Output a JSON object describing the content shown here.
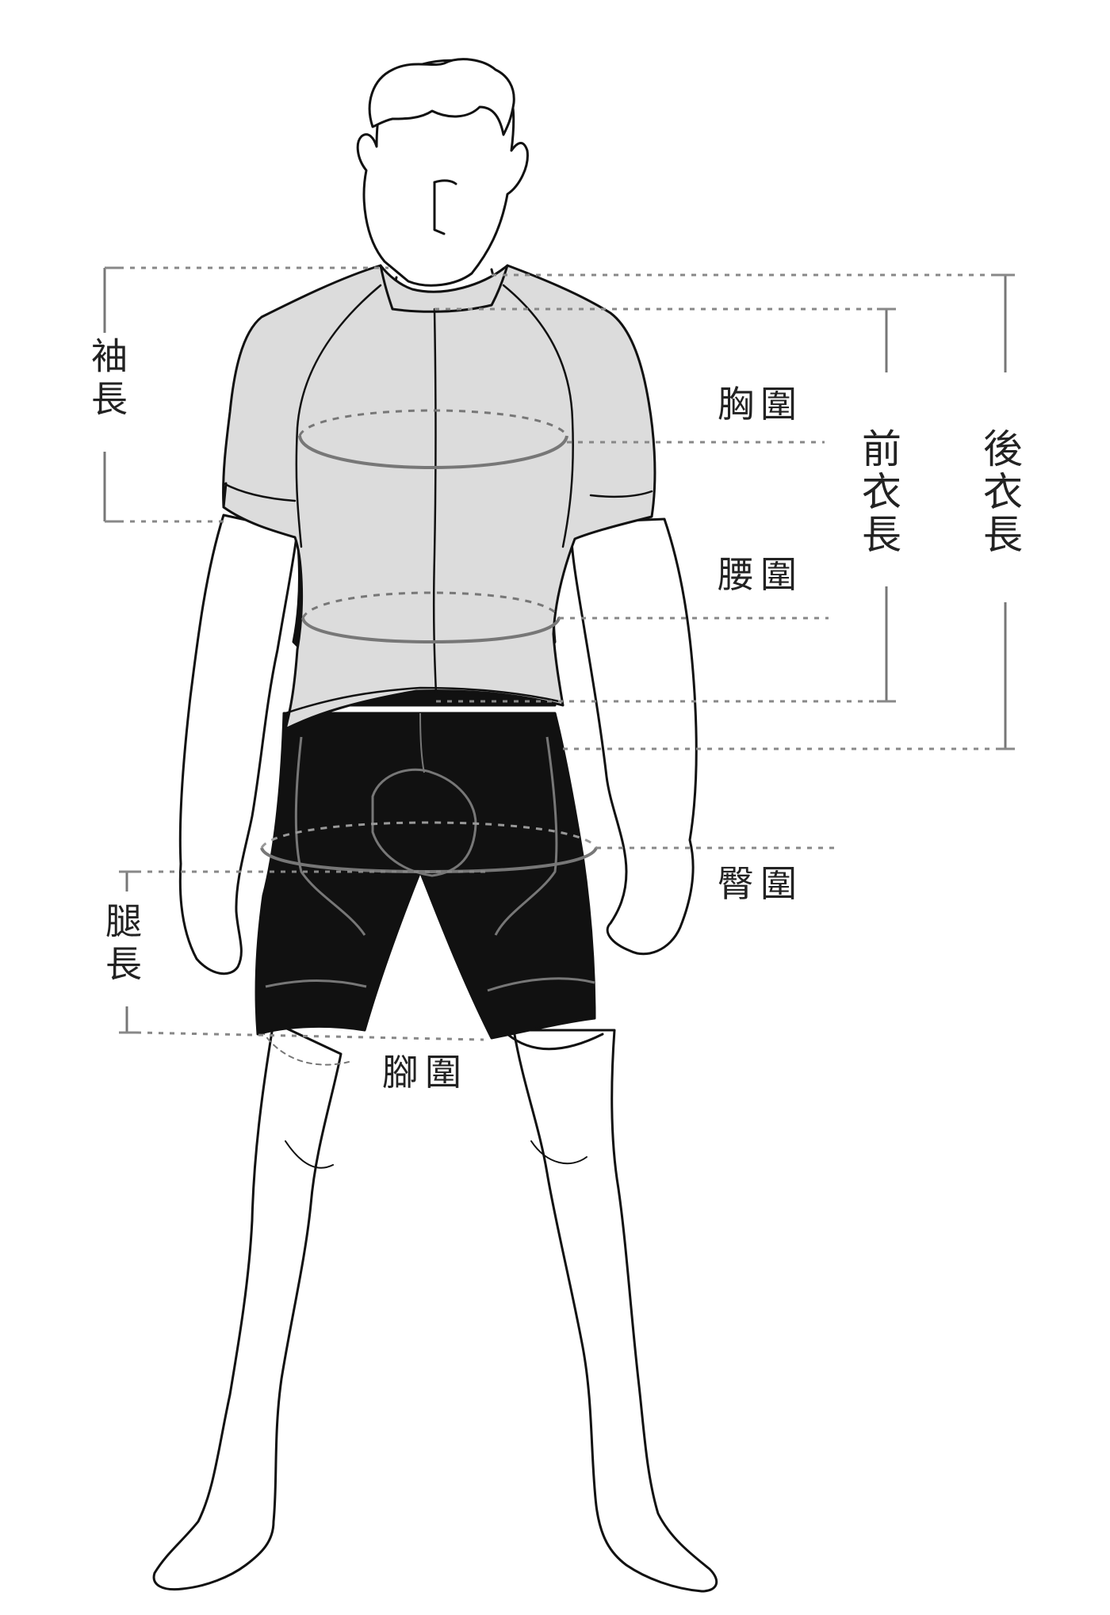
{
  "labels": {
    "sleeve_length": "袖長",
    "chest": "胸圍",
    "front_length": "前衣長",
    "back_length": "後衣長",
    "waist": "腰圍",
    "hip": "臀圍",
    "leg_length": "腿長",
    "thigh": "腳圍"
  },
  "colors": {
    "jersey": "#dcdcdc",
    "shorts": "#111111",
    "line": "#111111",
    "guide": "#888888",
    "ring": "#777777"
  }
}
